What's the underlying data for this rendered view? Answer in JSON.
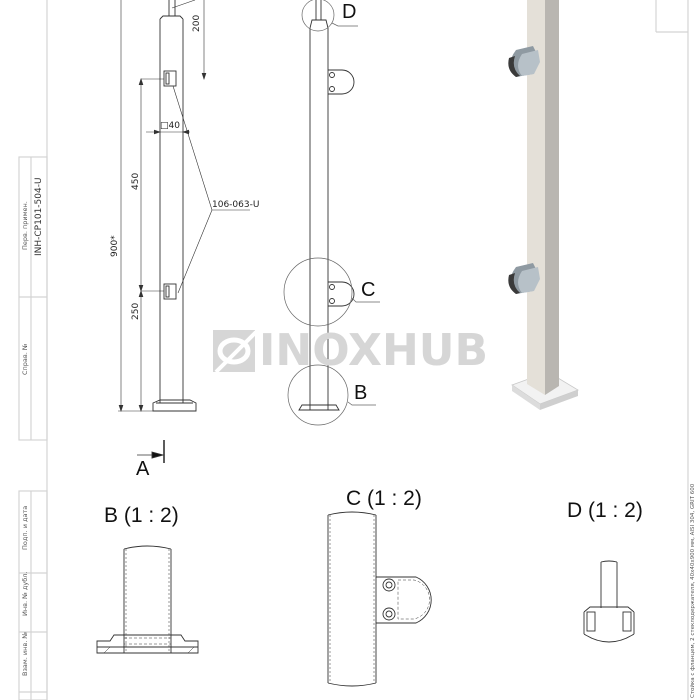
{
  "drawing": {
    "document_code": "INH-CP101-504-U",
    "description": "Стойка с фланцем, 2 стеклодержателя, 40х40х900 мм, AISI 304, GRIT 600",
    "watermark": "INOXHUB",
    "stamp_fields": [
      {
        "label": "Перв. примен."
      },
      {
        "label": "Справ. №"
      },
      {
        "label": "Подп. и дата"
      },
      {
        "label": "Инв. № дубл."
      },
      {
        "label": "Взам. инв. №"
      }
    ]
  },
  "front_view": {
    "dimensions": {
      "top_offset": "200",
      "profile": "□40",
      "spacing": "450",
      "total_height": "900*",
      "bottom_offset": "250"
    },
    "part_callout": "106-063-U",
    "section_marker": "A"
  },
  "side_view": {
    "detail_callouts": [
      "D",
      "C",
      "B"
    ]
  },
  "details": [
    {
      "id": "B",
      "title": "B (1 : 2)"
    },
    {
      "id": "C",
      "title": "C (1 : 2)"
    },
    {
      "id": "D",
      "title": "D (1 : 2)"
    }
  ],
  "colors": {
    "line": "#333333",
    "frame": "#d0d0d0",
    "watermark": "#d6d6d6",
    "post_light": "#e4e0d8",
    "post_shade": "#b9b6b1"
  }
}
